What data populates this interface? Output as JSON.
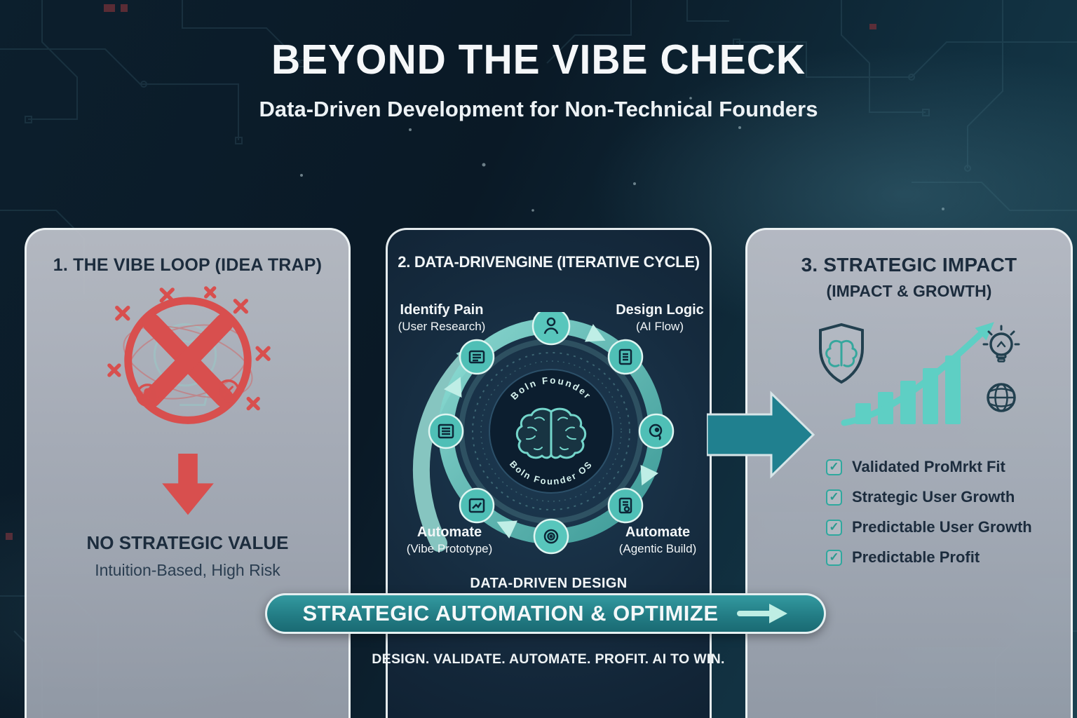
{
  "header": {
    "title": "BEYOND THE VIBE CHECK",
    "subtitle": "Data-Driven Development for Non-Technical Founders"
  },
  "panels": {
    "vibe_loop": {
      "title": "1. THE VIBE LOOP (IDEA TRAP)",
      "value_line": "NO STRATEGIC VALUE",
      "risk_line": "Intuition-Based, High Risk"
    },
    "engine": {
      "title": "2. DATA-DRIVENGINE (ITERATIVE CYCLE)",
      "node_top_left": {
        "label": "Identify Pain",
        "sub": "(User Research)"
      },
      "node_top_right": {
        "label": "Design Logic",
        "sub": "(AI Flow)"
      },
      "node_bottom_left": {
        "label": "Automate",
        "sub": "(Vibe Prototype)"
      },
      "node_bottom_right": {
        "label": "Automate",
        "sub": "(Agentic Build)"
      },
      "hub_text_top": "Boln Founder",
      "hub_text_bottom": "Boln Founder OS",
      "caption": "DATA-DRIVEN DESIGN"
    },
    "impact": {
      "title": "3. STRATEGIC IMPACT",
      "subtitle": "(IMPACT & GROWTH)",
      "checklist": [
        "Validated ProMrkt Fit",
        "Strategic User Growth",
        "Predictable User Growth",
        "Predictable Profit"
      ]
    }
  },
  "banner": {
    "label": "STRATEGIC AUTOMATION & OPTIMIZE"
  },
  "footer": {
    "tagline": "DESIGN. VALIDATE. AUTOMATE. PROFIT. AI TO WIN."
  },
  "icons": {
    "checkmark": "✓"
  },
  "colors": {
    "accent_teal": "#5ecfc4",
    "deep_teal": "#20808f",
    "alert_red": "#d84f4e",
    "navy_text": "#1c2c3d",
    "panel_gray": "#b2b7c0"
  }
}
